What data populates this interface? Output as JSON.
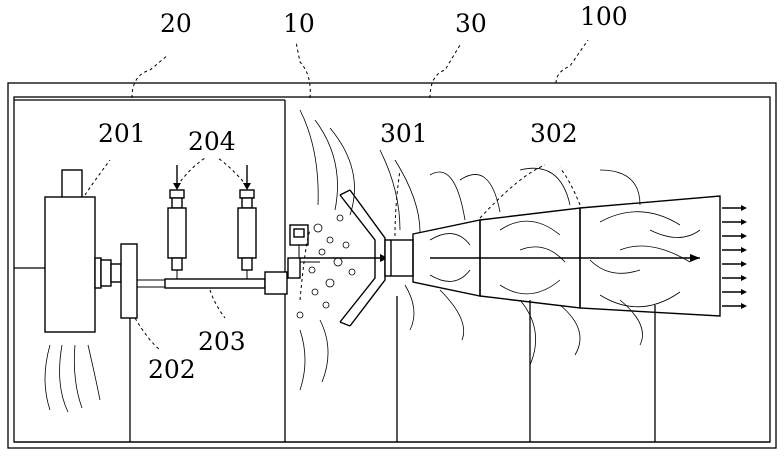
{
  "labels": {
    "l20": "20",
    "l10": "10",
    "l30": "30",
    "l100": "100",
    "l201": "201",
    "l204": "204",
    "l301": "301",
    "l302": "302",
    "l202": "202",
    "l203": "203"
  }
}
